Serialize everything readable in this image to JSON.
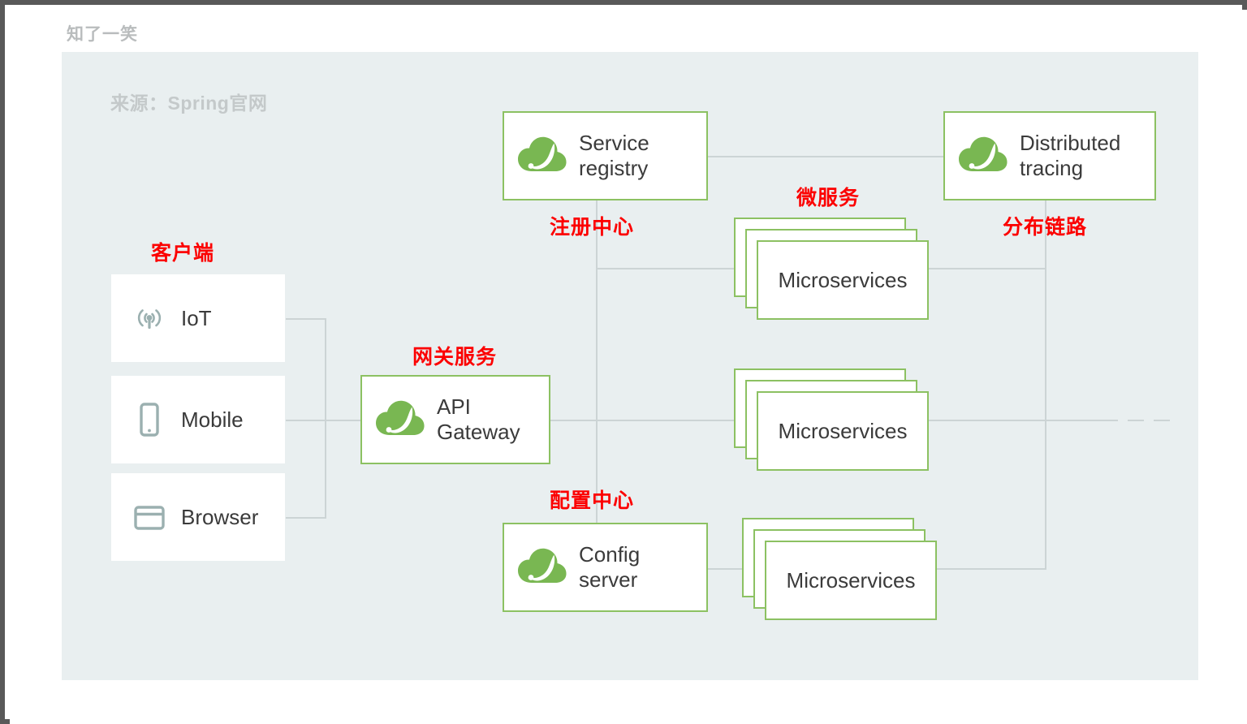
{
  "header": {
    "site_title": "知了一笑"
  },
  "panel": {
    "source_label": "来源：Spring官网",
    "background_color": "#e9eff0",
    "accent_green": "#8cc162",
    "annotation_red": "#fc0000",
    "connector_gray": "#ccd4d5"
  },
  "clients": {
    "annotation": "客户端",
    "items": [
      {
        "label": "IoT",
        "icon": "antenna-icon"
      },
      {
        "label": "Mobile",
        "icon": "mobile-phone-icon"
      },
      {
        "label": "Browser",
        "icon": "browser-window-icon"
      }
    ]
  },
  "gateway": {
    "annotation": "网关服务",
    "label": "API\nGateway",
    "icon": "spring-leaf-icon"
  },
  "registry": {
    "annotation": "注册中心",
    "label": "Service\nregistry",
    "icon": "spring-leaf-icon"
  },
  "tracing": {
    "annotation": "分布链路",
    "label": "Distributed\ntracing",
    "icon": "spring-leaf-icon"
  },
  "config": {
    "annotation": "配置中心",
    "label": "Config\nserver",
    "icon": "spring-leaf-icon"
  },
  "microservices": {
    "annotation": "微服务",
    "groups": [
      {
        "label": "Microservices"
      },
      {
        "label": "Microservices"
      },
      {
        "label": "Microservices"
      }
    ]
  }
}
